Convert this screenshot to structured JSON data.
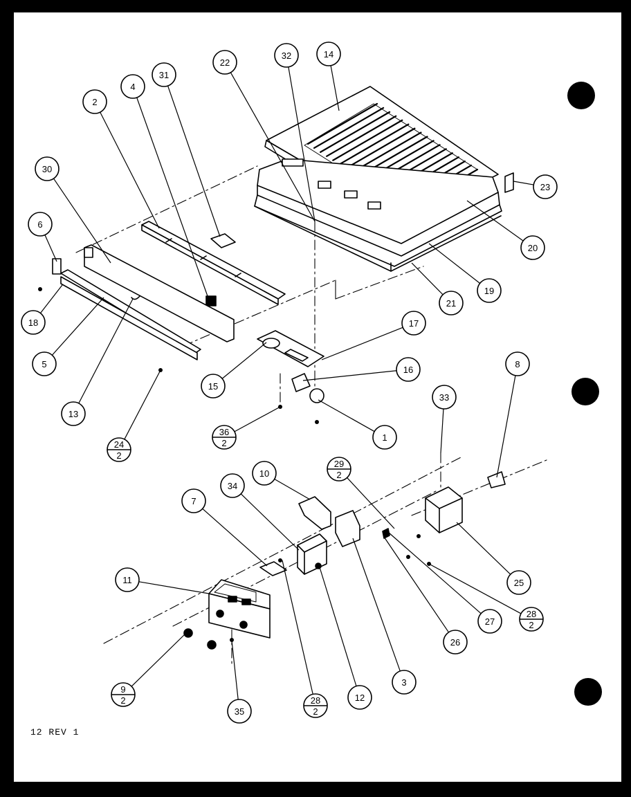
{
  "diagram": {
    "footer_note": "12 REV 1",
    "callouts": [
      {
        "id": "c2",
        "label": "2"
      },
      {
        "id": "c4",
        "label": "4"
      },
      {
        "id": "c31",
        "label": "31"
      },
      {
        "id": "c22",
        "label": "22"
      },
      {
        "id": "c32",
        "label": "32"
      },
      {
        "id": "c14",
        "label": "14"
      },
      {
        "id": "c30",
        "label": "30"
      },
      {
        "id": "c6",
        "label": "6"
      },
      {
        "id": "c23",
        "label": "23"
      },
      {
        "id": "c20",
        "label": "20"
      },
      {
        "id": "c19",
        "label": "19"
      },
      {
        "id": "c21",
        "label": "21"
      },
      {
        "id": "c18",
        "label": "18"
      },
      {
        "id": "c5",
        "label": "5"
      },
      {
        "id": "c13",
        "label": "13"
      },
      {
        "id": "c24",
        "label": "24",
        "sub": "2"
      },
      {
        "id": "c17",
        "label": "17"
      },
      {
        "id": "c16",
        "label": "16"
      },
      {
        "id": "c15",
        "label": "15"
      },
      {
        "id": "c36",
        "label": "36",
        "sub": "2"
      },
      {
        "id": "c1",
        "label": "1"
      },
      {
        "id": "c8",
        "label": "8"
      },
      {
        "id": "c33",
        "label": "33"
      },
      {
        "id": "c10",
        "label": "10"
      },
      {
        "id": "c29",
        "label": "29",
        "sub": "2"
      },
      {
        "id": "c34",
        "label": "34"
      },
      {
        "id": "c7",
        "label": "7"
      },
      {
        "id": "c11",
        "label": "11"
      },
      {
        "id": "c25",
        "label": "25"
      },
      {
        "id": "c27",
        "label": "27"
      },
      {
        "id": "c28a",
        "label": "28",
        "sub": "2"
      },
      {
        "id": "c26",
        "label": "26"
      },
      {
        "id": "c9",
        "label": "9",
        "sub": "2"
      },
      {
        "id": "c35",
        "label": "35"
      },
      {
        "id": "c28b",
        "label": "28",
        "sub": "2"
      },
      {
        "id": "c12",
        "label": "12"
      },
      {
        "id": "c3",
        "label": "3"
      }
    ]
  }
}
